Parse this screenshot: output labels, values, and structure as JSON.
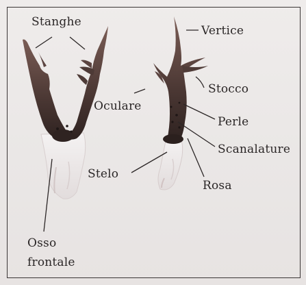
{
  "labels": {
    "stanghe": "Stanghe",
    "vertice": "Vertice",
    "stocco": "Stocco",
    "oculare": "Oculare",
    "perle": "Perle",
    "scanalature": "Scanalature",
    "stelo": "Stelo",
    "rosa": "Rosa",
    "osso_frontale_line1": "Osso",
    "osso_frontale_line2": "frontale"
  }
}
